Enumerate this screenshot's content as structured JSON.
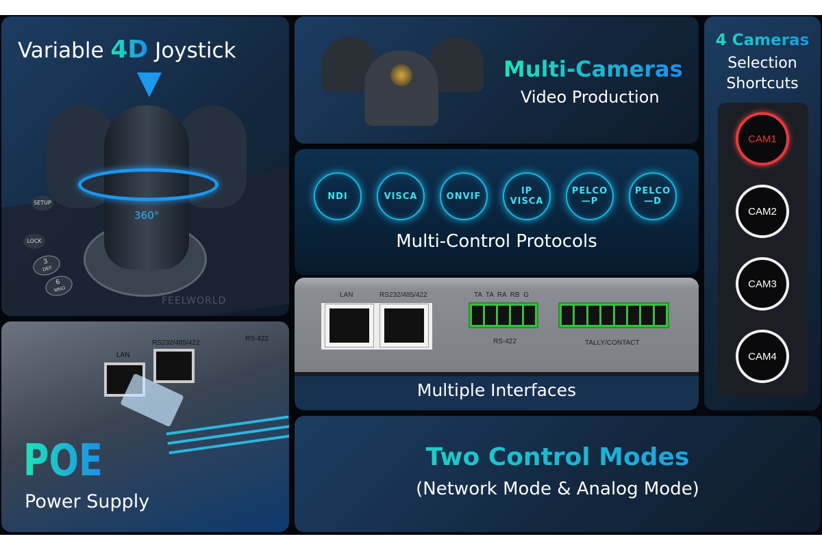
{
  "joystick": {
    "title_pre": "Variable",
    "title_highlight": "4D",
    "title_post": "Joystick",
    "rotation_label": "360°",
    "keys": [
      "SETUP",
      "LOCK",
      "3",
      "DEF",
      "6",
      "MNO"
    ],
    "brand": "FEELWORLD"
  },
  "poe": {
    "title": "POE",
    "subtitle": "Power Supply",
    "port_labels": [
      "LAN",
      "RS232/485/422",
      "RS-422"
    ]
  },
  "cameras": {
    "title": "Multi-Cameras",
    "subtitle": "Video Production"
  },
  "protocols": {
    "items": [
      "NDI",
      "VISCA",
      "ONVIF",
      "IP VISCA",
      "PELCO —P",
      "PELCO —D"
    ],
    "title": "Multi-Control Protocols"
  },
  "interfaces": {
    "port_labels": [
      "LAN",
      "RS232/485/422"
    ],
    "rs422_pins": "TA  TA  RA  RB  G",
    "rs422_label": "RS-422",
    "tally_label": "TALLY/CONTACT",
    "title": "Multiple Interfaces"
  },
  "shortcuts": {
    "title_highlight": "4 Cameras",
    "title_line2": "Selection",
    "title_line3": "Shortcuts",
    "buttons": [
      "CAM1",
      "CAM2",
      "CAM3",
      "CAM4"
    ],
    "active": "CAM1",
    "active_color": "#e8393c"
  },
  "modes": {
    "title_a": "Two Control",
    "title_b": "Modes",
    "subtitle": "(Network Mode & Analog Mode)"
  },
  "colors": {
    "accent_teal": "#1fe2b8",
    "accent_blue": "#1c8ee8",
    "protocol_glow": "#1ab8e0"
  }
}
